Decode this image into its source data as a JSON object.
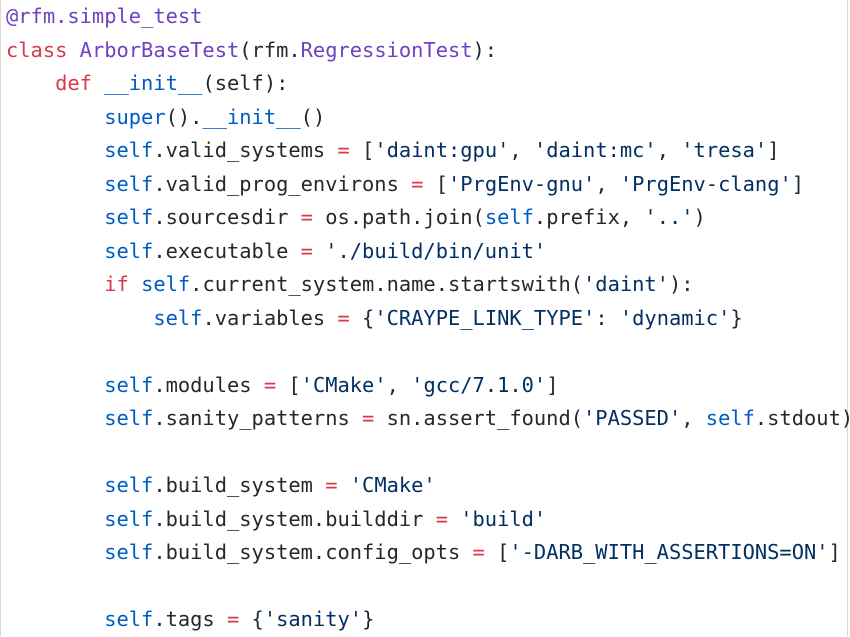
{
  "editor": {
    "lines": [
      [
        {
          "t": "@rfm.simple_test",
          "c": "decorator"
        }
      ],
      [
        {
          "t": "class ",
          "c": "keyword"
        },
        {
          "t": "ArborBaseTest",
          "c": "classname"
        },
        {
          "t": "(rfm.",
          "c": "plain"
        },
        {
          "t": "RegressionTest",
          "c": "classname"
        },
        {
          "t": "):",
          "c": "plain"
        }
      ],
      [
        {
          "t": "    ",
          "c": "plain"
        },
        {
          "t": "def ",
          "c": "keyword"
        },
        {
          "t": "__init__",
          "c": "builtin"
        },
        {
          "t": "(self):",
          "c": "plain"
        }
      ],
      [
        {
          "t": "        ",
          "c": "plain"
        },
        {
          "t": "super",
          "c": "builtin"
        },
        {
          "t": "().",
          "c": "plain"
        },
        {
          "t": "__init__",
          "c": "builtin"
        },
        {
          "t": "()",
          "c": "plain"
        }
      ],
      [
        {
          "t": "        ",
          "c": "plain"
        },
        {
          "t": "self",
          "c": "self"
        },
        {
          "t": ".valid_systems ",
          "c": "plain"
        },
        {
          "t": "=",
          "c": "operator"
        },
        {
          "t": " [",
          "c": "plain"
        },
        {
          "t": "'daint:gpu'",
          "c": "string"
        },
        {
          "t": ", ",
          "c": "plain"
        },
        {
          "t": "'daint:mc'",
          "c": "string"
        },
        {
          "t": ", ",
          "c": "plain"
        },
        {
          "t": "'tresa'",
          "c": "string"
        },
        {
          "t": "]",
          "c": "plain"
        }
      ],
      [
        {
          "t": "        ",
          "c": "plain"
        },
        {
          "t": "self",
          "c": "self"
        },
        {
          "t": ".valid_prog_environs ",
          "c": "plain"
        },
        {
          "t": "=",
          "c": "operator"
        },
        {
          "t": " [",
          "c": "plain"
        },
        {
          "t": "'PrgEnv-gnu'",
          "c": "string"
        },
        {
          "t": ", ",
          "c": "plain"
        },
        {
          "t": "'PrgEnv-clang'",
          "c": "string"
        },
        {
          "t": "]",
          "c": "plain"
        }
      ],
      [
        {
          "t": "        ",
          "c": "plain"
        },
        {
          "t": "self",
          "c": "self"
        },
        {
          "t": ".sourcesdir ",
          "c": "plain"
        },
        {
          "t": "=",
          "c": "operator"
        },
        {
          "t": " os.path.join(",
          "c": "plain"
        },
        {
          "t": "self",
          "c": "self"
        },
        {
          "t": ".prefix, ",
          "c": "plain"
        },
        {
          "t": "'..'",
          "c": "string"
        },
        {
          "t": ")",
          "c": "plain"
        }
      ],
      [
        {
          "t": "        ",
          "c": "plain"
        },
        {
          "t": "self",
          "c": "self"
        },
        {
          "t": ".executable ",
          "c": "plain"
        },
        {
          "t": "=",
          "c": "operator"
        },
        {
          "t": " ",
          "c": "plain"
        },
        {
          "t": "'./build/bin/unit'",
          "c": "string"
        }
      ],
      [
        {
          "t": "        ",
          "c": "plain"
        },
        {
          "t": "if ",
          "c": "keyword"
        },
        {
          "t": "self",
          "c": "self"
        },
        {
          "t": ".current_system.name.startswith(",
          "c": "plain"
        },
        {
          "t": "'daint'",
          "c": "string"
        },
        {
          "t": "):",
          "c": "plain"
        }
      ],
      [
        {
          "t": "            ",
          "c": "plain"
        },
        {
          "t": "self",
          "c": "self"
        },
        {
          "t": ".variables ",
          "c": "plain"
        },
        {
          "t": "=",
          "c": "operator"
        },
        {
          "t": " {",
          "c": "plain"
        },
        {
          "t": "'CRAYPE_LINK_TYPE'",
          "c": "string"
        },
        {
          "t": ": ",
          "c": "plain"
        },
        {
          "t": "'dynamic'",
          "c": "string"
        },
        {
          "t": "}",
          "c": "plain"
        }
      ],
      [],
      [
        {
          "t": "        ",
          "c": "plain"
        },
        {
          "t": "self",
          "c": "self"
        },
        {
          "t": ".modules ",
          "c": "plain"
        },
        {
          "t": "=",
          "c": "operator"
        },
        {
          "t": " [",
          "c": "plain"
        },
        {
          "t": "'CMake'",
          "c": "string"
        },
        {
          "t": ", ",
          "c": "plain"
        },
        {
          "t": "'gcc/7.1.0'",
          "c": "string"
        },
        {
          "t": "]",
          "c": "plain"
        }
      ],
      [
        {
          "t": "        ",
          "c": "plain"
        },
        {
          "t": "self",
          "c": "self"
        },
        {
          "t": ".sanity_patterns ",
          "c": "plain"
        },
        {
          "t": "=",
          "c": "operator"
        },
        {
          "t": " sn.assert_found(",
          "c": "plain"
        },
        {
          "t": "'PASSED'",
          "c": "string"
        },
        {
          "t": ", ",
          "c": "plain"
        },
        {
          "t": "self",
          "c": "self"
        },
        {
          "t": ".stdout)",
          "c": "plain"
        }
      ],
      [],
      [
        {
          "t": "        ",
          "c": "plain"
        },
        {
          "t": "self",
          "c": "self"
        },
        {
          "t": ".build_system ",
          "c": "plain"
        },
        {
          "t": "=",
          "c": "operator"
        },
        {
          "t": " ",
          "c": "plain"
        },
        {
          "t": "'CMake'",
          "c": "string"
        }
      ],
      [
        {
          "t": "        ",
          "c": "plain"
        },
        {
          "t": "self",
          "c": "self"
        },
        {
          "t": ".build_system.builddir ",
          "c": "plain"
        },
        {
          "t": "=",
          "c": "operator"
        },
        {
          "t": " ",
          "c": "plain"
        },
        {
          "t": "'build'",
          "c": "string"
        }
      ],
      [
        {
          "t": "        ",
          "c": "plain"
        },
        {
          "t": "self",
          "c": "self"
        },
        {
          "t": ".build_system.config_opts ",
          "c": "plain"
        },
        {
          "t": "=",
          "c": "operator"
        },
        {
          "t": " [",
          "c": "plain"
        },
        {
          "t": "'-DARB_WITH_ASSERTIONS=ON'",
          "c": "string"
        },
        {
          "t": "]",
          "c": "plain"
        }
      ],
      [],
      [
        {
          "t": "        ",
          "c": "plain"
        },
        {
          "t": "self",
          "c": "self"
        },
        {
          "t": ".tags ",
          "c": "plain"
        },
        {
          "t": "=",
          "c": "operator"
        },
        {
          "t": " {",
          "c": "plain"
        },
        {
          "t": "'sanity'",
          "c": "string"
        },
        {
          "t": "}",
          "c": "plain"
        }
      ]
    ]
  },
  "colors": {
    "decorator": "#6f42c1",
    "keyword": "#d73a49",
    "classname": "#6f42c1",
    "builtin": "#005cc5",
    "self": "#005cc5",
    "string": "#032f62",
    "operator": "#d73a49",
    "plain": "#24292e",
    "background": "#ffffff"
  }
}
